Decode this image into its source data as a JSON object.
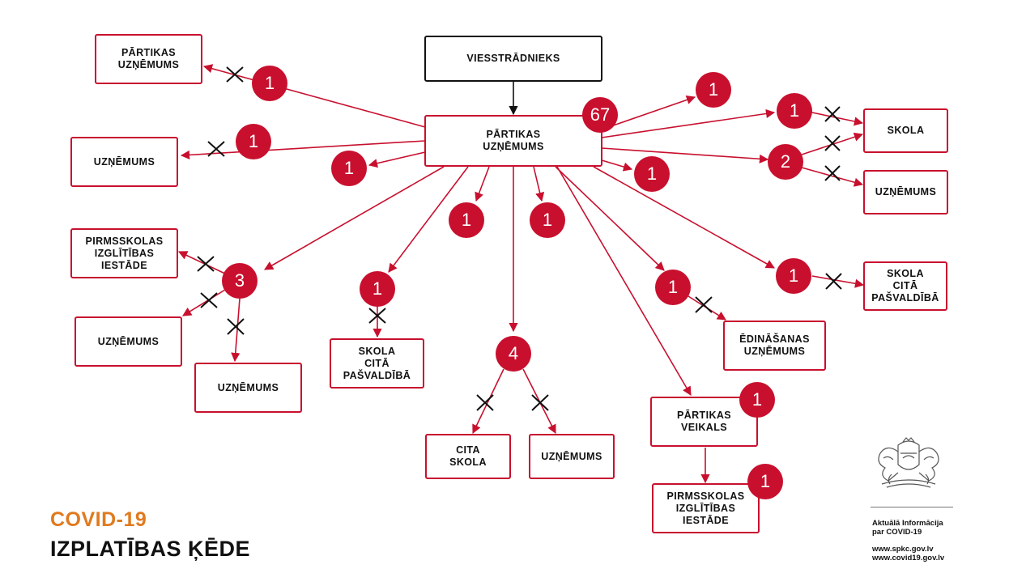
{
  "diagram": {
    "nodes": {
      "viesstradnieks": "VIESSTRĀDNIEKS",
      "center": "PĀRTIKAS\nUZŅĒMUMS",
      "tl_partikas": "PĀRTIKAS\nUZŅĒMUMS",
      "l_uznemums": "UZŅĒMUMS",
      "pirmsskolas_left": "PIRMSSKOLAS\nIZGLĪTĪBAS\nIESTĀDE",
      "l_uznemums2": "UZŅĒMUMS",
      "l_uznemums3": "UZŅĒMUMS",
      "skola_cita_mid": "SKOLA\nCITĀ\nPAŠVALDĪBĀ",
      "cita_skola": "CITA\nSKOLA",
      "b_uznemums": "UZŅĒMUMS",
      "edinasanas": "ĒDINĀŠANAS\nUZŅĒMUMS",
      "partikas_veikals": "PĀRTIKAS\nVEIKALS",
      "pirmsskolas_bottom": "PIRMSSKOLAS\nIZGLĪTĪBAS\nIESTĀDE",
      "skola_right": "SKOLA",
      "r_uznemums": "UZŅĒMUMS",
      "skola_cita_right": "SKOLA\nCITĀ\nPAŠVALDĪBĀ"
    },
    "counts": {
      "center": "67",
      "tl": "1",
      "l": "1",
      "c1": "1",
      "c2": "1",
      "c3": "1",
      "c4": "1",
      "tr": "1",
      "r1": "1",
      "r2": "2",
      "rc": "1",
      "pirms_group": "3",
      "mid_skola": "1",
      "cita_group": "4",
      "edin": "1",
      "r3": "1",
      "veikals": "1",
      "pirms_bottom": "1"
    }
  },
  "footer": {
    "title_line1": "COVID-19",
    "title_line2": "IZPLATĪBAS ĶĒDE",
    "info_line1": "Aktuālā Informācija",
    "info_line2": "par COVID-19",
    "url1": "www.spkc.gov.lv",
    "url2": "www.covid19.gov.lv"
  },
  "colors": {
    "accent": "#c8102e",
    "title_orange": "#e07a1f",
    "text": "#111111"
  },
  "icons": {
    "crest": "latvia-coat-of-arms-icon",
    "cross": "x-mark-icon"
  }
}
